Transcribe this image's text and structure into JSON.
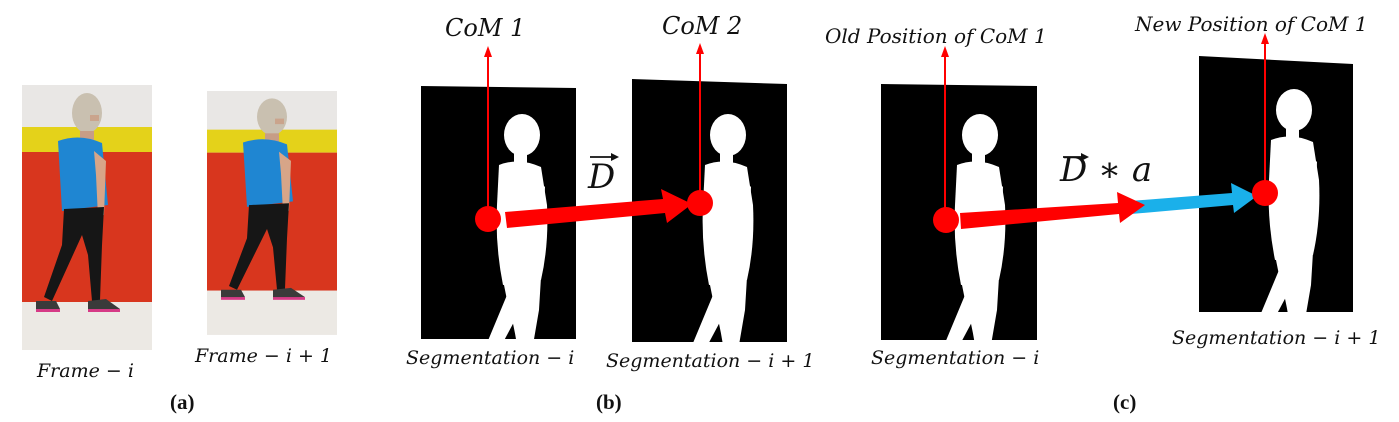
{
  "panel_a": {
    "frame_i_label": "Frame − i",
    "frame_i1_label": "Frame − i + 1",
    "caption": "(a)"
  },
  "panel_b": {
    "com1_label": "CoM 1",
    "com2_label": "CoM 2",
    "vector_label": "D",
    "seg_i_label": "Segmentation − i",
    "seg_i1_label": "Segmentation − i + 1",
    "caption": "(b)"
  },
  "panel_c": {
    "old_pos_label": "Old Position of CoM 1",
    "new_pos_label": "New Position of CoM 1",
    "vector_label": "D",
    "scale_label": "∗ a",
    "seg_i_label": "Segmentation − i",
    "seg_i1_label": "Segmentation − i + 1",
    "caption": "(c)"
  },
  "colors": {
    "com_marker": "#ff0000",
    "displacement_arrow": "#ff0000",
    "scaled_extension_arrow": "#1ab0ea",
    "silhouette": "#ffffff",
    "segmentation_background": "#000000",
    "wall_red": "#d8361e",
    "wall_yellow": "#e4d21a",
    "shirt_blue": "#1f86d2"
  }
}
